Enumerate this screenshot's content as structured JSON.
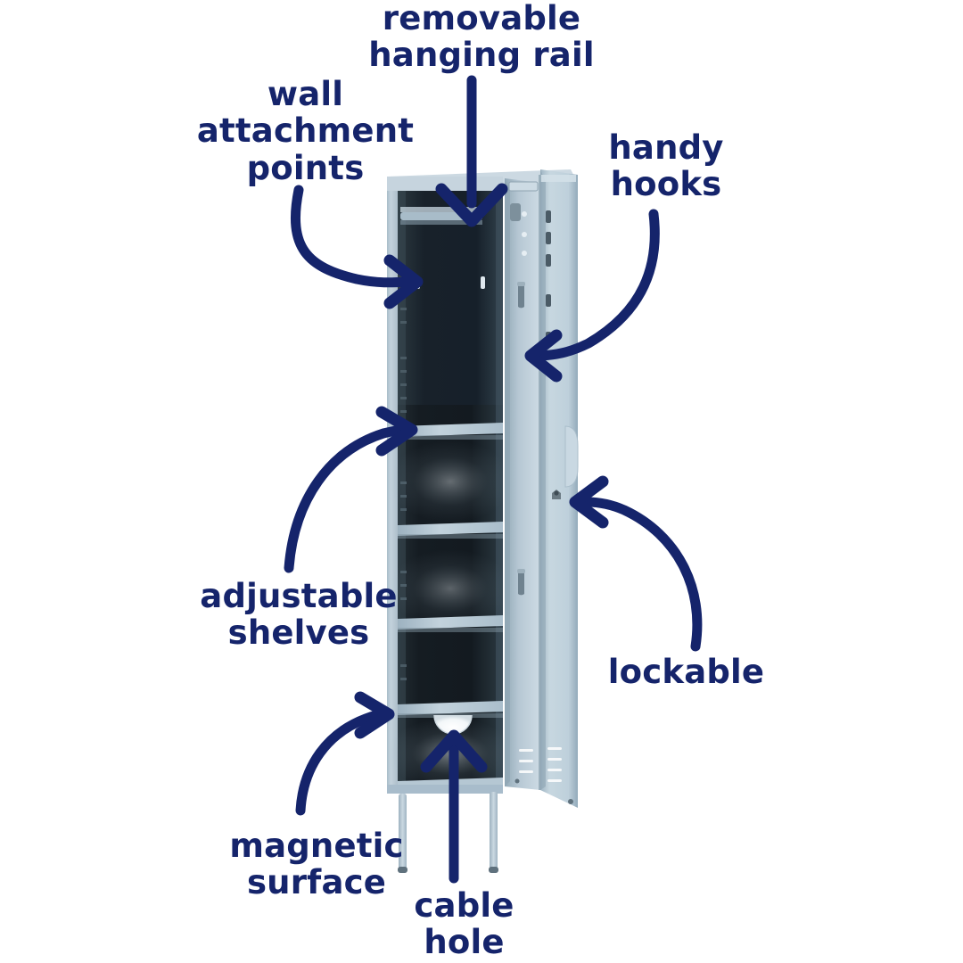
{
  "diagram": {
    "subject": "locker",
    "background_color": "#ffffff",
    "annotation_color": "#15246b",
    "body_color": "#b9cad5",
    "interior_color": "#1d262c"
  },
  "annotations": [
    {
      "id": "removable-hanging-rail",
      "label": "removable\nhanging rail",
      "arrow": "straight-down",
      "target": "interior top rail"
    },
    {
      "id": "wall-attachment-points",
      "label": "wall\nattachment\npoints",
      "arrow": "curve-right",
      "target": "rear panel holes"
    },
    {
      "id": "handy-hooks",
      "label": "handy\nhooks",
      "arrow": "curve-left",
      "target": "door hooks"
    },
    {
      "id": "adjustable-shelves",
      "label": "adjustable\nshelves",
      "arrow": "curve-up-right",
      "target": "shelf"
    },
    {
      "id": "lockable",
      "label": "lockable",
      "arrow": "curve-up-left",
      "target": "door lock"
    },
    {
      "id": "magnetic-surface",
      "label": "magnetic\nsurface",
      "arrow": "curve-up-right",
      "target": "outer panel"
    },
    {
      "id": "cable-hole",
      "label": "cable\nhole",
      "arrow": "straight-up",
      "target": "rear cable cut-out"
    }
  ]
}
